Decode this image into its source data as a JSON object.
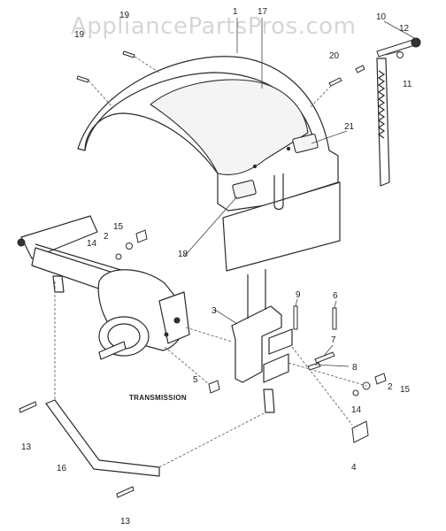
{
  "watermark": "AppliancePartsPros.com",
  "caption": "TRANSMISSION",
  "callouts": [
    {
      "key": "p1",
      "text": "1"
    },
    {
      "key": "p2a",
      "text": "2"
    },
    {
      "key": "p2b",
      "text": "2"
    },
    {
      "key": "p3",
      "text": "3"
    },
    {
      "key": "p4",
      "text": "4"
    },
    {
      "key": "p5",
      "text": "5"
    },
    {
      "key": "p6",
      "text": "6"
    },
    {
      "key": "p7",
      "text": "7"
    },
    {
      "key": "p8",
      "text": "8"
    },
    {
      "key": "p9",
      "text": "9"
    },
    {
      "key": "p10",
      "text": "10"
    },
    {
      "key": "p11",
      "text": "11"
    },
    {
      "key": "p12",
      "text": "12"
    },
    {
      "key": "p13a",
      "text": "13"
    },
    {
      "key": "p13b",
      "text": "13"
    },
    {
      "key": "p14a",
      "text": "14"
    },
    {
      "key": "p14b",
      "text": "14"
    },
    {
      "key": "p15a",
      "text": "15"
    },
    {
      "key": "p15b",
      "text": "15"
    },
    {
      "key": "p16",
      "text": "16"
    },
    {
      "key": "p17",
      "text": "17"
    },
    {
      "key": "p18",
      "text": "18"
    },
    {
      "key": "p19a",
      "text": "19"
    },
    {
      "key": "p19b",
      "text": "19"
    },
    {
      "key": "p20",
      "text": "20"
    },
    {
      "key": "p21",
      "text": "21"
    }
  ]
}
